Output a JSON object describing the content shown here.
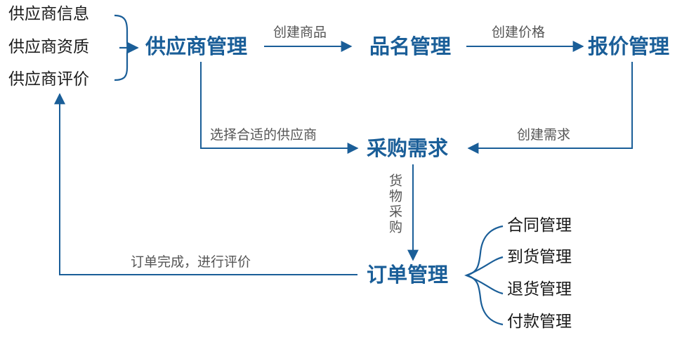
{
  "nodes": {
    "supplier_mgmt": "供应商管理",
    "product_mgmt": "品名管理",
    "quote_mgmt": "报价管理",
    "purchase_req": "采购需求",
    "order_mgmt": "订单管理"
  },
  "supplier_items": [
    "供应商信息",
    "供应商资质",
    "供应商评价"
  ],
  "order_items": [
    "合同管理",
    "到货管理",
    "退货管理",
    "付款管理"
  ],
  "edges": {
    "create_product": "创建商品",
    "create_price": "创建价格",
    "select_supplier": "选择合适的供应商",
    "create_demand": "创建需求",
    "goods_purchase": "货物采购",
    "order_complete": "订单完成，进行评价"
  },
  "colors": {
    "node_text": "#1a5e98",
    "arrow": "#1a5e98",
    "brace": "#1a5e98"
  }
}
